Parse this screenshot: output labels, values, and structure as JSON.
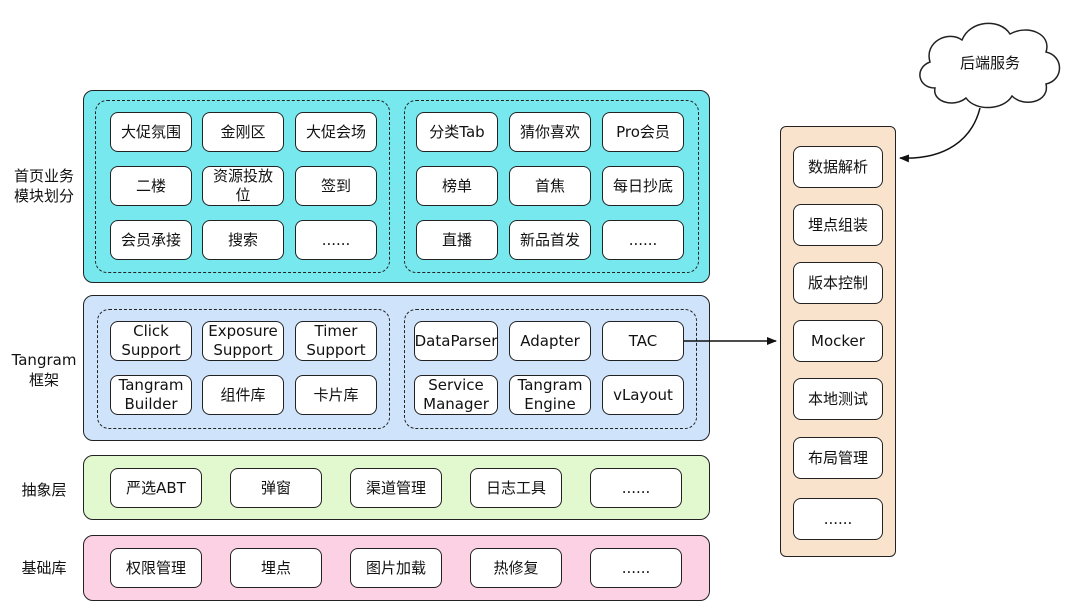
{
  "layers": [
    {
      "label": "首页业务\n模块划分",
      "color": "#76e8ee",
      "left": [
        "大促氛围",
        "金刚区",
        "大促会场",
        "二楼",
        "资源投放\n位",
        "签到",
        "会员承接",
        "搜索",
        "......"
      ],
      "right": [
        "分类Tab",
        "猜你喜欢",
        "Pro会员",
        "榜单",
        "首焦",
        "每日抄底",
        "直播",
        "新品首发",
        "......"
      ]
    },
    {
      "label": "Tangram\n框架",
      "color": "#cfe3fb",
      "left": [
        "Click\nSupport",
        "Exposure\nSupport",
        "Timer\nSupport",
        "Tangram\nBuilder",
        "组件库",
        "卡片库"
      ],
      "right": [
        "DataParser",
        "Adapter",
        "TAC",
        "Service\nManager",
        "Tangram\nEngine",
        "vLayout"
      ]
    },
    {
      "label": "抽象层",
      "color": "#e2f8cf",
      "items": [
        "严选ABT",
        "弹窗",
        "渠道管理",
        "日志工具",
        "......"
      ]
    },
    {
      "label": "基础库",
      "color": "#fcd1e3",
      "items": [
        "权限管理",
        "埋点",
        "图片加载",
        "热修复",
        "......"
      ]
    }
  ],
  "backend": {
    "cloud": "后端服务",
    "color": "#fae3cd",
    "items": [
      "数据解析",
      "埋点组装",
      "版本控制",
      "Mocker",
      "本地测试",
      "布局管理",
      "......"
    ]
  }
}
